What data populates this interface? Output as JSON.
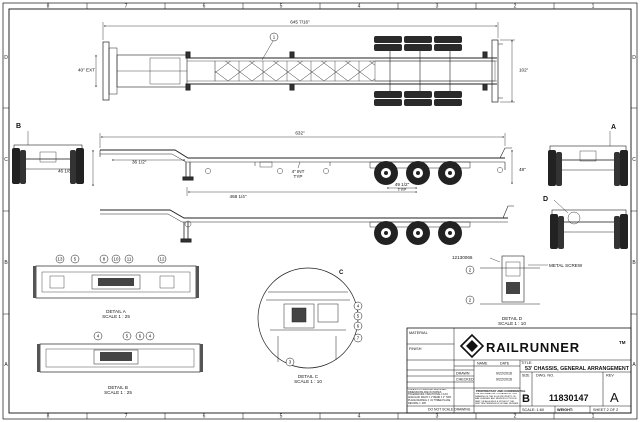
{
  "zones": {
    "top": [
      "8",
      "7",
      "6",
      "5",
      "4",
      "3",
      "2",
      "1"
    ],
    "bottom": [
      "8",
      "7",
      "6",
      "5",
      "4",
      "3",
      "2",
      "1"
    ],
    "left": [
      "D",
      "C",
      "B",
      "A"
    ],
    "right": [
      "D",
      "C",
      "B",
      "A"
    ]
  },
  "plan_view": {
    "overall_length": "645 7/16\"",
    "width_ext": "40\" EXT",
    "width": "102\"",
    "balloon": "1"
  },
  "side_view": {
    "length": "632\"",
    "kingpin_offset": "36 1/2\"",
    "deck_height": "46 1/8\"",
    "int_typ": "4\" INT\nTYP",
    "height_right": "48\"",
    "axle_spacing": "49 1/2\"\nTYP",
    "span": "468 1/4\"",
    "section_a": "A",
    "section_b": "B"
  },
  "views": {
    "section_d": "D",
    "detail_c_ref": "C"
  },
  "details": {
    "detail_a": "DETAIL A\nSCALE 1 : 25",
    "detail_b": "DETAIL B\nSCALE 1 : 25",
    "detail_c": "DETAIL C\nSCALE 1 : 10",
    "detail_d": "DETAIL D\nSCALE 1 : 10",
    "part_number": "12130066",
    "metal_screw": "METAL SCREW",
    "balloons_a": [
      "13",
      "5",
      "8",
      "10",
      "11",
      "12"
    ],
    "balloons_b": [
      "4",
      "5",
      "6",
      "4"
    ],
    "balloons_c": [
      "3",
      "4",
      "5",
      "6",
      "7"
    ],
    "balloons_d": [
      "2",
      "2"
    ]
  },
  "title_block": {
    "material_label": "MATERIAL",
    "finish_label": "FINISH",
    "name_label": "NAME",
    "date_label": "DATE",
    "drawn_label": "DRAWN",
    "checked_label": "CHECKED",
    "drawn_date": "9/22/2016",
    "checked_date": "9/22/2016",
    "dimensions_note": "UNLESS OTHERWISE SPECIFIED: DIMENSIONS ARE IN INCHES TOLERANCES: FRACTIONAL ± 1/16 ANGULAR: MACH ± 1° BEND ± 1° TWO PLACE DECIMAL ± .01 THREE PLACE DECIMAL ± .005",
    "proprietary_title": "PROPRIETARY AND CONFIDENTIAL",
    "proprietary_text": "THE INFORMATION CONTAINED IN THIS DRAWING IS THE SOLE PROPERTY OF RAIL RUNNER. ANY REPRODUCTION IN PART OR AS A WHOLE WITHOUT THE WRITTEN PERMISSION OF RAIL RUNNER IS PROHIBITED.",
    "do_not_scale": "DO NOT SCALE DRAWING",
    "logo_left": "RAIL",
    "logo_right": "RUNNER",
    "logo_tm": "TM",
    "title_label": "TITLE:",
    "title": "53' CHASSIS, GENERAL ARRANGEMENT",
    "size_label": "SIZE",
    "size": "B",
    "dwg_label": "DWG. NO.",
    "dwg_no": "11830147",
    "rev_label": "REV",
    "rev": "A",
    "scale": "SCALE: 1:60",
    "weight": "WEIGHT:",
    "sheet": "SHEET 2 OF 2"
  }
}
